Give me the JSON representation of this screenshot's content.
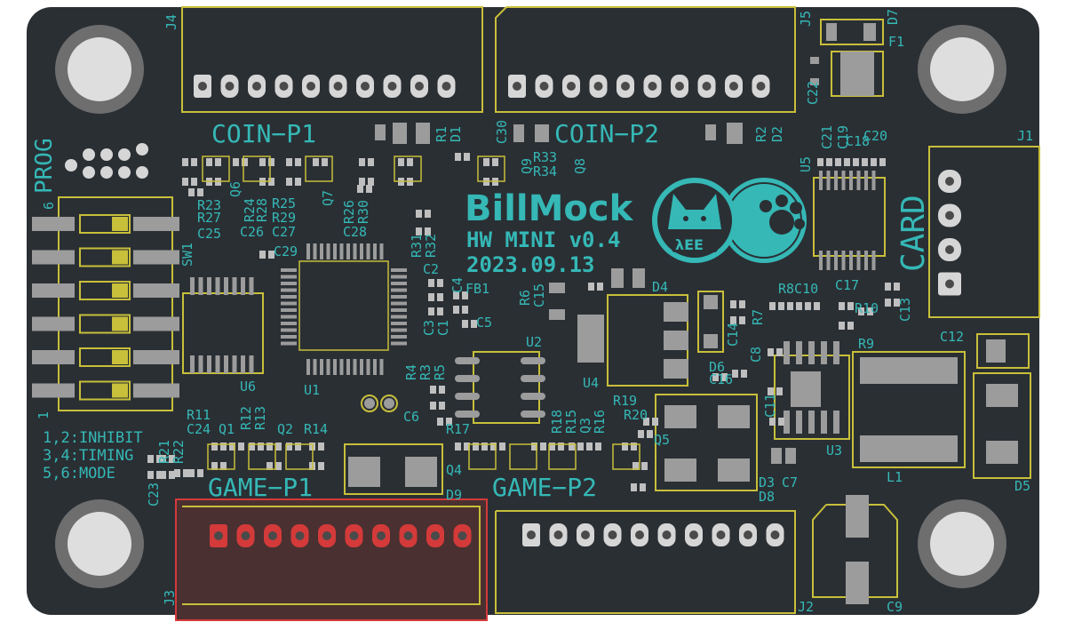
{
  "board": {
    "title": "BillMock",
    "subtitle": "HW MINI v0.4",
    "date": "2023.09.13",
    "logo_text": "λEE",
    "colors": {
      "board": "#2a2f34",
      "silkscreen": "#35b8b6",
      "outline": "#c8bf3a",
      "pad": "#d6d6d6",
      "highlight": "#d43a3a"
    }
  },
  "connectors": {
    "coin_p1": "COIN−P1",
    "coin_p2": "COIN−P2",
    "game_p1": "GAME−P1",
    "game_p2": "GAME−P2",
    "card": "CARD",
    "prog": "PROG"
  },
  "dip_legend": {
    "line1": "1,2:INHIBIT",
    "line2": "3,4:TIMING",
    "line3": "5,6:MODE"
  },
  "refs": {
    "J1": "J1",
    "J2": "J2",
    "J3": "J3",
    "J4": "J4",
    "J5": "J5",
    "D1": "D1",
    "D2": "D2",
    "D3": "D3",
    "D4": "D4",
    "D5": "D5",
    "D6": "D6",
    "D7": "D7",
    "D8": "D8",
    "D9": "D9",
    "F1": "F1",
    "FB1": "FB1",
    "L1": "L1",
    "SW1": "SW1",
    "U1": "U1",
    "U2": "U2",
    "U3": "U3",
    "U4": "U4",
    "U5": "U5",
    "U6": "U6",
    "Q1": "Q1",
    "Q2": "Q2",
    "Q3": "Q3",
    "Q4": "Q4",
    "Q5": "Q5",
    "Q6": "Q6",
    "Q7": "Q7",
    "Q8": "Q8",
    "Q9": "Q9",
    "R1": "R1",
    "R2": "R2",
    "R3": "R3",
    "R4": "R4",
    "R5": "R5",
    "R6": "R6",
    "R7": "R7",
    "R8": "R8",
    "R9": "R9",
    "R10": "R10",
    "R11": "R11",
    "R12": "R12",
    "R13": "R13",
    "R14": "R14",
    "R15": "R15",
    "R16": "R16",
    "R17": "R17",
    "R18": "R18",
    "R19": "R19",
    "R20": "R20",
    "R21": "R21",
    "R22": "R22",
    "R23": "R23",
    "R24": "R24",
    "R25": "R25",
    "R26": "R26",
    "R27": "R27",
    "R28": "R28",
    "R29": "R29",
    "R30": "R30",
    "R31": "R31",
    "R32": "R32",
    "R33": "R33",
    "R34": "R34",
    "C1": "C1",
    "C2": "C2",
    "C3": "C3",
    "C4": "C4",
    "C5": "C5",
    "C6": "C6",
    "C7": "C7",
    "C8": "C8",
    "C9": "C9",
    "C10": "C10",
    "C11": "C11",
    "C12": "C12",
    "C13": "C13",
    "C14": "C14",
    "C15": "C15",
    "C16": "C16",
    "C17": "C17",
    "C18": "C18",
    "C19": "C19",
    "C20": "C20",
    "C21": "C21",
    "C22": "C22",
    "C23": "C23",
    "C24": "C24",
    "C25": "C25",
    "C26": "C26",
    "C27": "C27",
    "C28": "C28",
    "C29": "C29",
    "C30": "C30",
    "R8C10": "R8C10",
    "sw_1": "1",
    "sw_6": "6"
  }
}
